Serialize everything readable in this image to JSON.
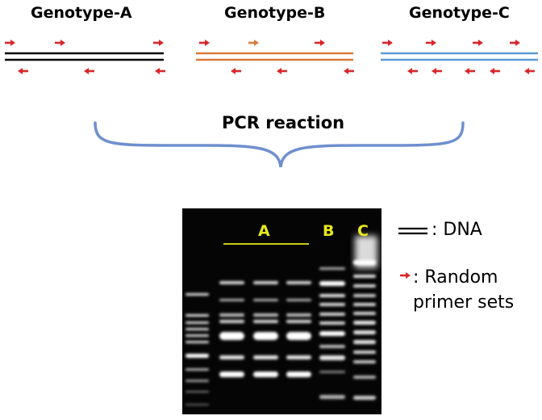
{
  "genotypes": [
    {
      "label": "Genotype-A",
      "strand_color": "#000000"
    },
    {
      "label": "Genotype-B",
      "strand_color": "#d97a3a"
    },
    {
      "label": "Genotype-C",
      "strand_color": "#5b9bd5"
    }
  ],
  "primer_color": "#d9262b",
  "brace_color": "#6f8fce",
  "pcr_label": "PCR reaction",
  "gel": {
    "lane_labels": [
      {
        "text": "A",
        "color": "#e8e81c"
      },
      {
        "text": "B",
        "color": "#e8e81c"
      },
      {
        "text": "C",
        "color": "#e8e81c"
      }
    ]
  },
  "legend": {
    "dna_label": ": DNA",
    "primer_label_line1": ": Random",
    "primer_label_line2": "primer sets"
  }
}
